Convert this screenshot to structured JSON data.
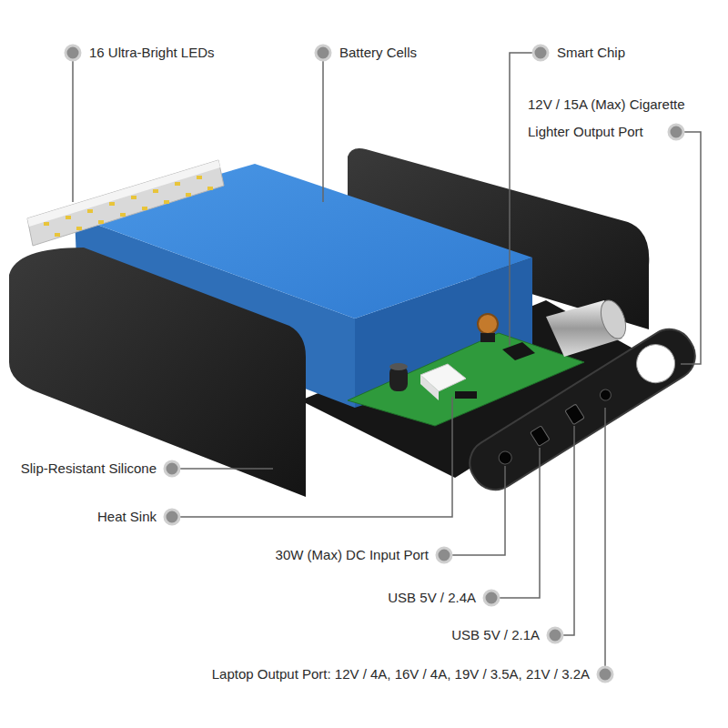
{
  "diagram": {
    "labels": [
      "16 Ultra-Bright LEDs",
      "Battery Cells",
      "Smart Chip",
      "12V / 15A (Max) Cigarette Lighter Output Port",
      "Slip-Resistant Silicone",
      "Heat Sink",
      "30W (Max) DC Input Port",
      "USB 5V / 2.4A",
      "USB 5V / 2.1A",
      "Laptop Output Port: 12V / 4A, 16V / 4A, 19V / 3.5A, 21V / 3.2A"
    ]
  }
}
